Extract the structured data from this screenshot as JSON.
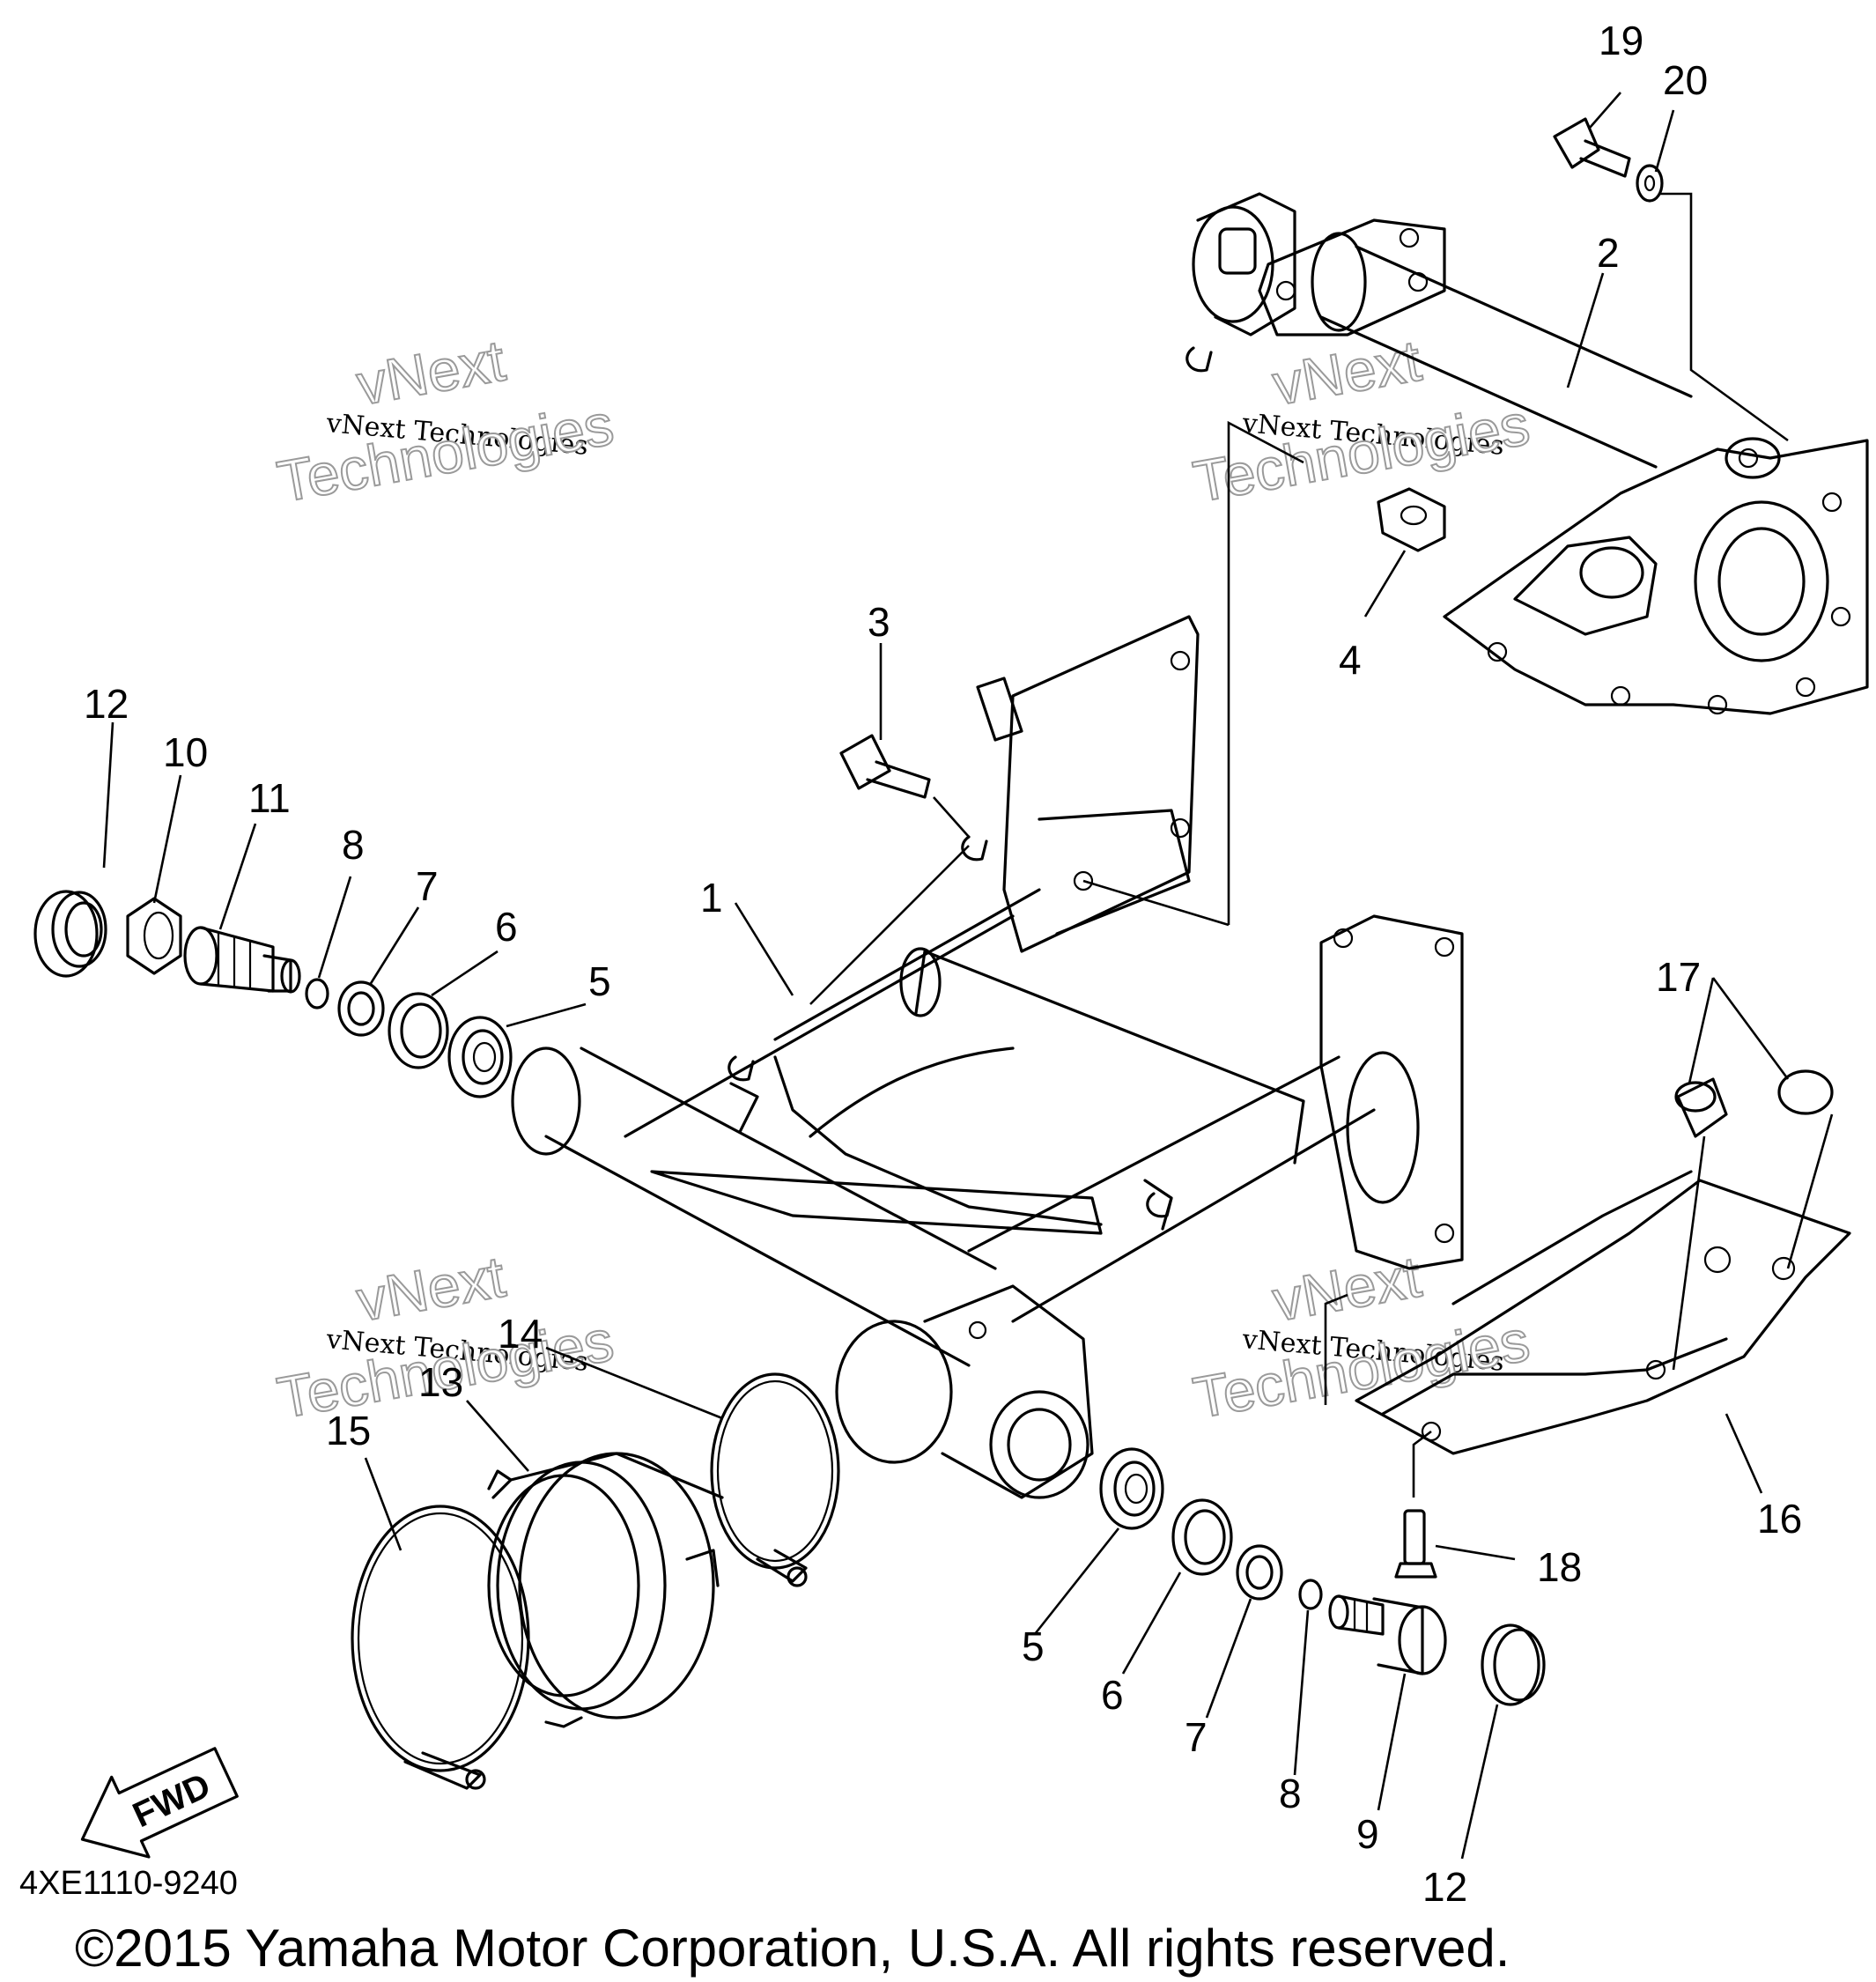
{
  "callouts": {
    "c1": "1",
    "c2": "2",
    "c3": "3",
    "c4": "4",
    "c5a": "5",
    "c5b": "5",
    "c6a": "6",
    "c6b": "6",
    "c7a": "7",
    "c7b": "7",
    "c8a": "8",
    "c8b": "8",
    "c9": "9",
    "c10": "10",
    "c11": "11",
    "c12a": "12",
    "c12b": "12",
    "c13": "13",
    "c14": "14",
    "c15": "15",
    "c16": "16",
    "c17": "17",
    "c18": "18",
    "c19": "19",
    "c20": "20"
  },
  "watermark": {
    "line1": "vNext",
    "line2": "vNext Technologies",
    "line3": "Technologies"
  },
  "fwd_label": "FWD",
  "diagram_code": "4XE1110-9240",
  "copyright": "©2015 Yamaha Motor Corporation, U.S.A. All rights reserved."
}
